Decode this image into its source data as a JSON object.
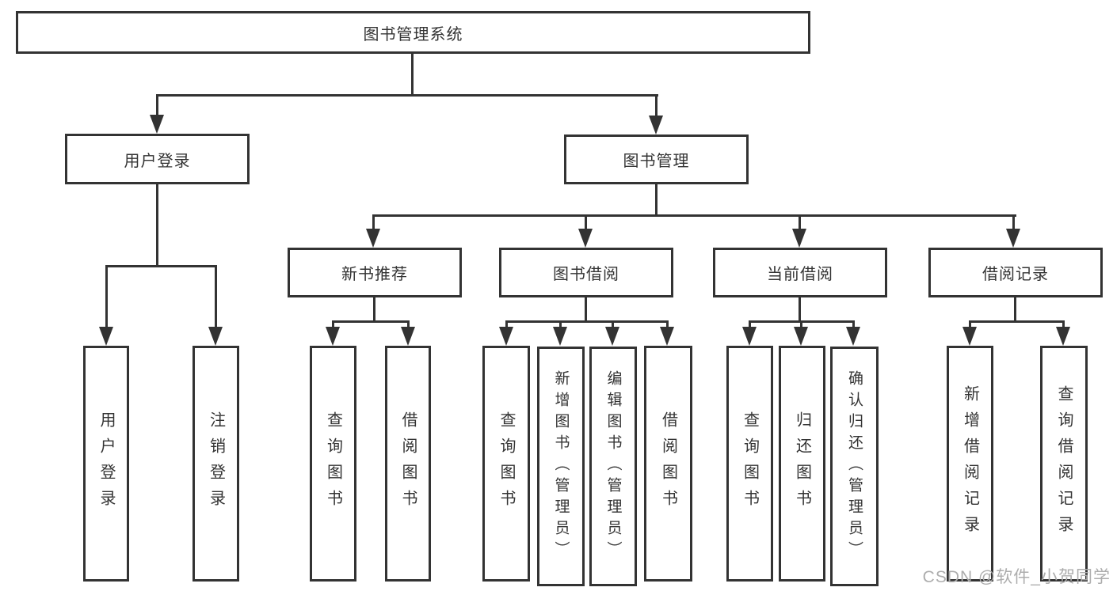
{
  "diagram": {
    "title_node": {
      "label": "图书管理系统"
    },
    "level2": [
      {
        "label": "用户登录"
      },
      {
        "label": "图书管理"
      }
    ],
    "level3": [
      {
        "label": "新书推荐"
      },
      {
        "label": "图书借阅"
      },
      {
        "label": "当前借阅"
      },
      {
        "label": "借阅记录"
      }
    ],
    "leaves": {
      "user_login": [
        {
          "label": "用户登录"
        },
        {
          "label": "注销登录"
        }
      ],
      "new_book_recommend": [
        {
          "label": "查询图书"
        },
        {
          "label": "借阅图书"
        }
      ],
      "book_borrow": [
        {
          "label": "查询图书"
        },
        {
          "label": "新增图书（管理员）"
        },
        {
          "label": "编辑图书（管理员）"
        },
        {
          "label": "借阅图书"
        }
      ],
      "current_borrow": [
        {
          "label": "查询图书"
        },
        {
          "label": "归还图书"
        },
        {
          "label": "确认归还（管理员）"
        }
      ],
      "borrow_records": [
        {
          "label": "新增借阅记录"
        },
        {
          "label": "查询借阅记录"
        }
      ]
    },
    "watermark": "CSDN @软件_小贺同学",
    "colors": {
      "line": "#333333",
      "text": "#333333",
      "background": "#ffffff",
      "watermark": "#adadad"
    }
  }
}
